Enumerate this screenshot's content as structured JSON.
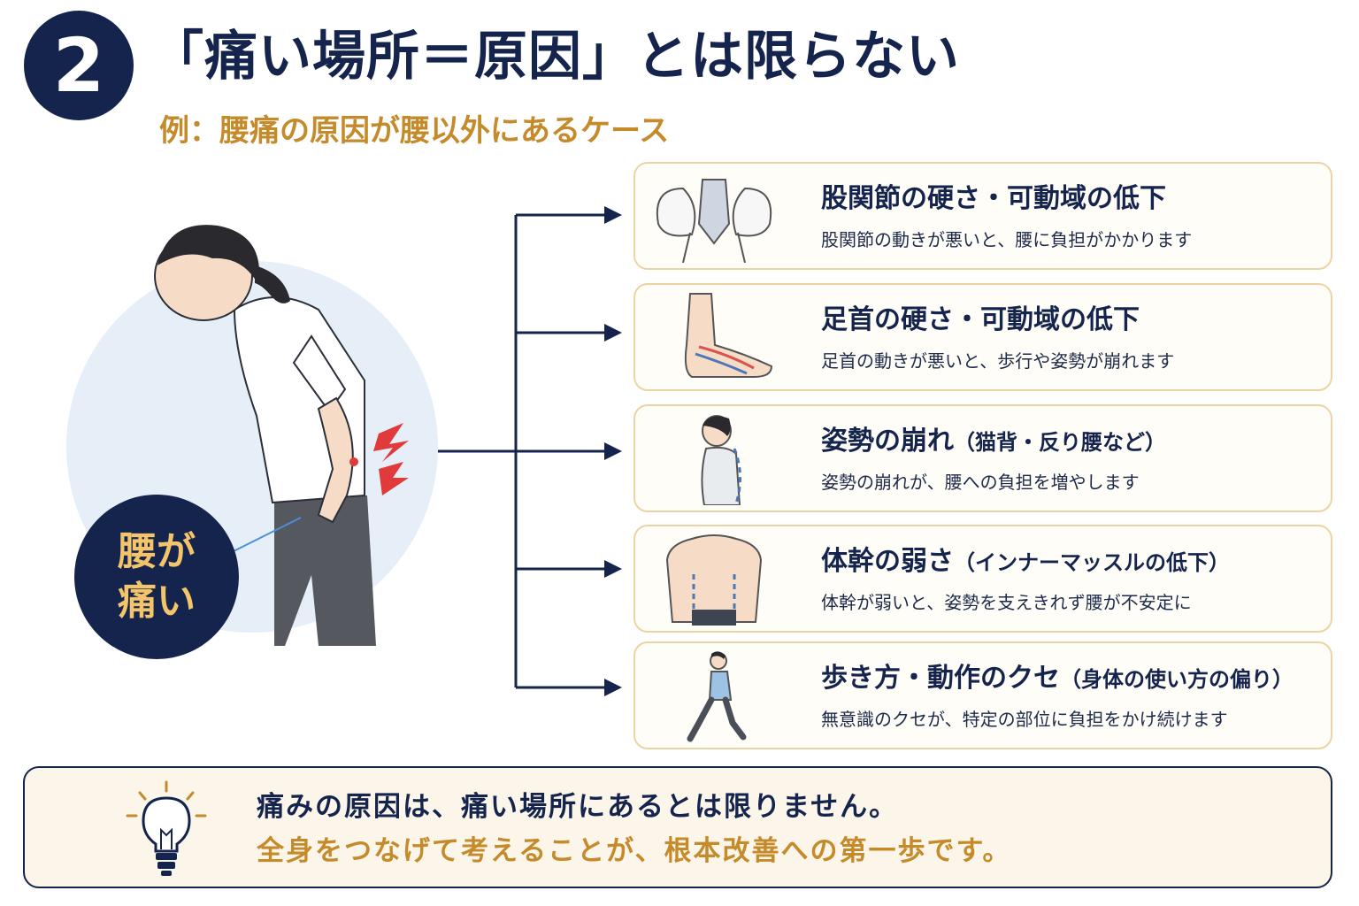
{
  "header": {
    "step_number": "2",
    "title": "「痛い場所＝原因」とは限らない",
    "subtitle": "例：腰痛の原因が腰以外にあるケース"
  },
  "figure": {
    "pain_label_line1": "腰が",
    "pain_label_line2": "痛い"
  },
  "causes": [
    {
      "title": "股関節の硬さ・可動域の低下",
      "note": "",
      "description": "股関節の動きが悪いと、腰に負担がかかります",
      "icon": "pelvis-icon"
    },
    {
      "title": "足首の硬さ・可動域の低下",
      "note": "",
      "description": "足首の動きが悪いと、歩行や姿勢が崩れます",
      "icon": "ankle-icon"
    },
    {
      "title": "姿勢の崩れ",
      "note": "（猫背・反り腰など）",
      "description": "姿勢の崩れが、腰への負担を増やします",
      "icon": "posture-icon"
    },
    {
      "title": "体幹の弱さ",
      "note": "（インナーマッスルの低下）",
      "description": "体幹が弱いと、姿勢を支えきれず腰が不安定に",
      "icon": "back-torso-icon"
    },
    {
      "title": "歩き方・動作のクセ",
      "note": "（身体の使い方の偏り）",
      "description": "無意識のクセが、特定の部位に負担をかけ続けます",
      "icon": "walking-person-icon"
    }
  ],
  "summary": {
    "line1": "痛みの原因は、痛い場所にあるとは限りません。",
    "line2": "全身をつなげて考えることが、根本改善への第一歩です。",
    "icon": "lightbulb-icon"
  },
  "colors": {
    "navy": "#15244d",
    "gold": "#c58a2a",
    "card_border": "#ecd3a4",
    "summary_bg": "#fcf6ea"
  }
}
